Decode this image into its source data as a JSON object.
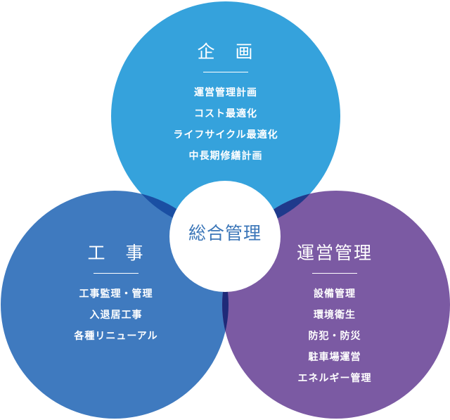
{
  "center_label": "総合管理",
  "colors": {
    "top": "#35a2dc",
    "left": "#3f7abf",
    "right": "#7b5aa3",
    "top_left": "#1a4fa3",
    "top_right": "#1f3a8c",
    "left_right": "#1f2a78"
  },
  "top": {
    "title": "企　画",
    "items": [
      "運営管理計画",
      "コスト最適化",
      "ライフサイクル最適化",
      "中長期修繕計画"
    ]
  },
  "left": {
    "title": "工　事",
    "items": [
      "工事監理・管理",
      "入退居工事",
      "各種リニューアル"
    ]
  },
  "right": {
    "title": "運営管理",
    "items": [
      "設備管理",
      "環境衛生",
      "防犯・防災",
      "駐車場運営",
      "エネルギー管理"
    ]
  }
}
